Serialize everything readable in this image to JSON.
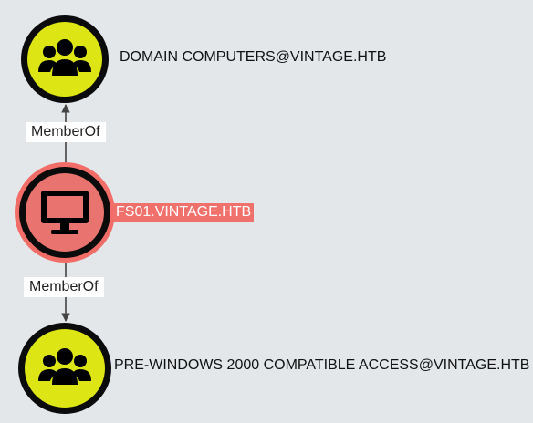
{
  "graph": {
    "nodes": [
      {
        "label": "DOMAIN COMPUTERS@VINTAGE.HTB",
        "kind": "group",
        "icon": "users-group-icon",
        "fill": "#dde614"
      },
      {
        "label": "FS01.VINTAGE.HTB",
        "kind": "computer",
        "icon": "monitor-icon",
        "fill": "#e9736e",
        "selected": true
      },
      {
        "label": "PRE-WINDOWS 2000 COMPATIBLE ACCESS@VINTAGE.HTB",
        "kind": "group",
        "icon": "users-group-icon",
        "fill": "#dde614"
      }
    ],
    "edges": [
      {
        "from": "FS01.VINTAGE.HTB",
        "to": "DOMAIN COMPUTERS@VINTAGE.HTB",
        "label": "MemberOf"
      },
      {
        "from": "FS01.VINTAGE.HTB",
        "to": "PRE-WINDOWS 2000 COMPATIBLE ACCESS@VINTAGE.HTB",
        "label": "MemberOf"
      }
    ]
  },
  "colors": {
    "background": "#e3e7ea",
    "group_node": "#dde614",
    "computer_node": "#e9736e",
    "selection_highlight": "#f36d68",
    "edge": "#444444"
  }
}
